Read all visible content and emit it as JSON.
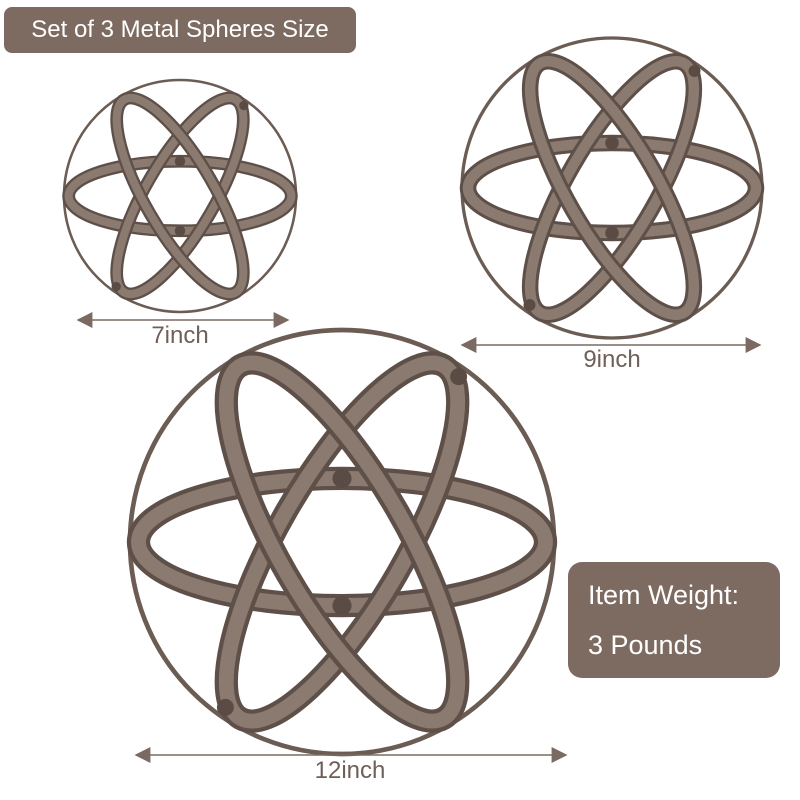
{
  "title": "Set of 3 Metal Spheres Size",
  "weight": {
    "line1": "Item Weight:",
    "line2": "3 Pounds"
  },
  "sizes": {
    "small": "7inch",
    "medium": "9inch",
    "large": "12inch"
  },
  "colors": {
    "badge": "#7d6b62",
    "metal": "#7a6a5f",
    "metal_dark": "#5e5049",
    "arrow": "#7a6a62"
  }
}
